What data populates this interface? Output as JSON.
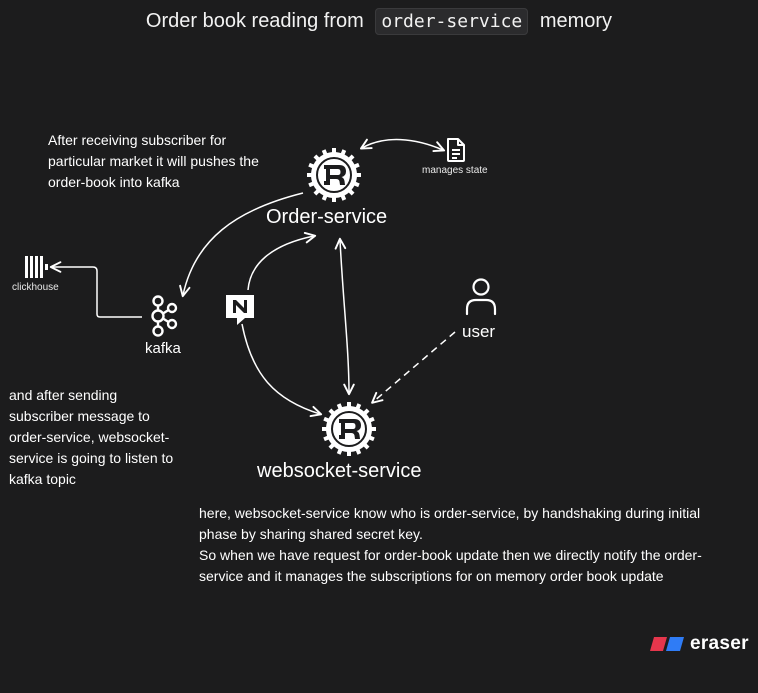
{
  "title": {
    "prefix": "Order book reading from",
    "code": "order-service",
    "suffix": "memory"
  },
  "nodes": {
    "order_service": "Order-service",
    "websocket_service": "websocket-service",
    "kafka": "kafka",
    "clickhouse": "clickhouse",
    "manages_state": "manages state",
    "user": "user"
  },
  "notes": {
    "top_left": "After receiving subscriber for particular market it will pushes the order-book into kafka",
    "left": "and after sending subscriber message to order-service, websocket-service is going to listen to kafka topic",
    "bottom_1": "here, websocket-service know who is order-service, by handshaking during initial phase by sharing shared secret key.",
    "bottom_2": "So when we have request for order-book update then we directly notify the order-service and it manages the subscriptions for on memory order book update"
  },
  "brand": "eraser",
  "colors": {
    "background": "#1c1c1d",
    "foreground": "#ffffff",
    "brand_red": "#e5364c",
    "brand_blue": "#2f7cf6"
  }
}
